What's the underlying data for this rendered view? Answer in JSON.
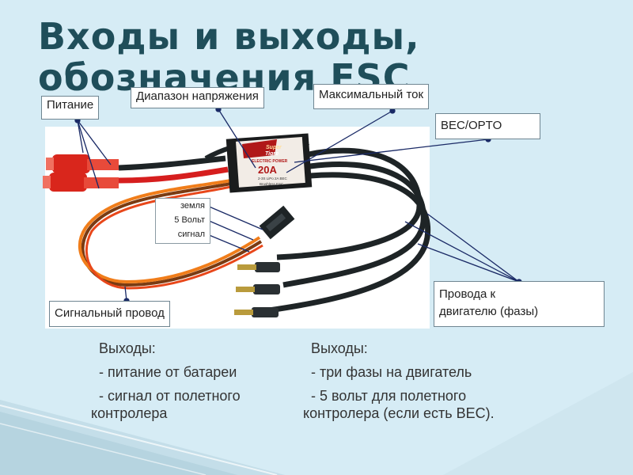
{
  "slide": {
    "title_line1": "Входы и выходы,",
    "title_line2": "обозначения ESC"
  },
  "callouts": {
    "power": "Питание",
    "voltage_range": "Диапазон напряжения",
    "max_current": "Максимальный ток",
    "bec_opto": "BEC/OPTO",
    "signal_wire": "Сигнальный провод",
    "motor_wires": [
      "Провода к",
      "двигателю (фазы)"
    ]
  },
  "pins": {
    "ground": "земля",
    "five_volt": "5 Вольт",
    "signal": "сигнал"
  },
  "esc_label": {
    "brand_top": "Super",
    "brand": "Tigre",
    "series": "ELECTRIC POWER",
    "rating": "20A",
    "spec": "2-3S LiPo 2A BEC",
    "type": "Brushless ESC"
  },
  "left_column": {
    "heading": "Выходы:",
    "items": [
      "- питание от батареи",
      "- сигнал от полетного"
    ],
    "continuation": "контролера"
  },
  "right_column": {
    "heading": "Выходы:",
    "items": [
      "- три фазы на двигатель",
      "- 5 вольт для полетного"
    ],
    "continuation": "контролера (если есть BEC)."
  },
  "colors": {
    "background": "#d6ecf5",
    "title": "#1f4e5a",
    "red_wire": "#d61e1e",
    "black_wire": "#1e2426",
    "orange_wire": "#f07d1a",
    "esc_label_red": "#b01818"
  }
}
